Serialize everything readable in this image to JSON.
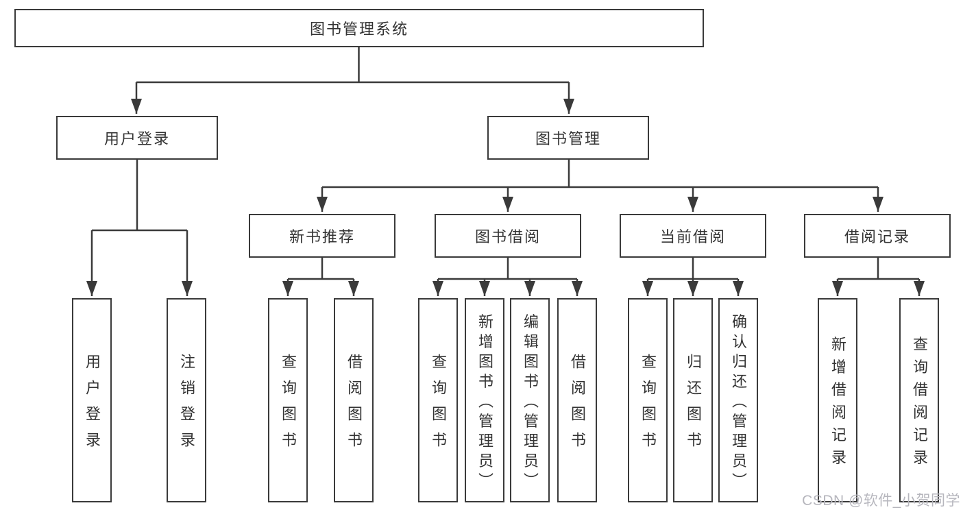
{
  "diagram": {
    "root": {
      "label": "图书管理系统"
    },
    "login_branch": {
      "label": "用户登录",
      "children": [
        {
          "label": "用户登录"
        },
        {
          "label": "注销登录"
        }
      ]
    },
    "mgmt_branch": {
      "label": "图书管理",
      "groups": [
        {
          "label": "新书推荐",
          "children": [
            {
              "label": "查询图书"
            },
            {
              "label": "借阅图书"
            }
          ]
        },
        {
          "label": "图书借阅",
          "children": [
            {
              "label": "查询图书"
            },
            {
              "label": "新增图书（管理员）"
            },
            {
              "label": "编辑图书（管理员）"
            },
            {
              "label": "借阅图书"
            }
          ]
        },
        {
          "label": "当前借阅",
          "children": [
            {
              "label": "查询图书"
            },
            {
              "label": "归还图书"
            },
            {
              "label": "确认归还（管理员）"
            }
          ]
        },
        {
          "label": "借阅记录",
          "children": [
            {
              "label": "新增借阅记录"
            },
            {
              "label": "查询借阅记录"
            }
          ]
        }
      ]
    }
  },
  "watermark": {
    "text": "CSDN @软件_小贺同学"
  },
  "colors": {
    "line": "#3a3a3a",
    "text": "#333333",
    "watermark": "#b6b6bd",
    "background": "#ffffff"
  }
}
